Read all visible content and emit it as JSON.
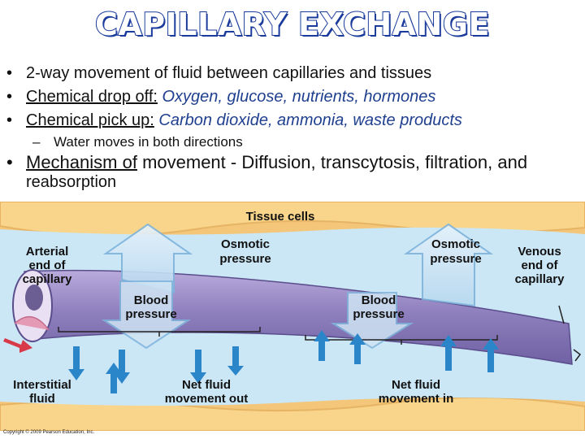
{
  "title": "CAPILLARY EXCHANGE",
  "bullets": {
    "b1": "2-way movement of fluid between capillaries and tissues",
    "b2_label": "Chemical drop off:",
    "b2_text": "Oxygen, glucose, nutrients, hormones",
    "b3_label": "Chemical pick up:",
    "b3_text": "Carbon dioxide, ammonia, waste products",
    "sub": "Water moves in both directions",
    "b4_label": "Mechanism of",
    "b4_text": "movement - Diffusion, transcytosis, filtration, and",
    "b4_wrap": "reabsorption"
  },
  "figure": {
    "tissue_cells": "Tissue cells",
    "arterial_1": "Arterial",
    "arterial_2": "end of",
    "arterial_3": "capillary",
    "osmotic_1": "Osmotic",
    "osmotic_2": "pressure",
    "venous_1": "Venous",
    "venous_2": "end of",
    "venous_3": "capillary",
    "blood_1": "Blood",
    "blood_2": "pressure",
    "interstitial_1": "Interstitial",
    "interstitial_2": "fluid",
    "net_fluid": "Net fluid",
    "movement_out": "movement out",
    "movement_in": "movement in",
    "copyright": "Copyright © 2009 Pearson Education, Inc."
  },
  "colors": {
    "title_stroke": "#1a3b9c",
    "highlight_text": "#1f3f8f",
    "tissue": "#f8d58a",
    "interstitial": "#c7e6f5",
    "capillary": "#9a8ac3",
    "arrow_blue": "#2b86c9",
    "arrow_red": "#d93a4a"
  }
}
